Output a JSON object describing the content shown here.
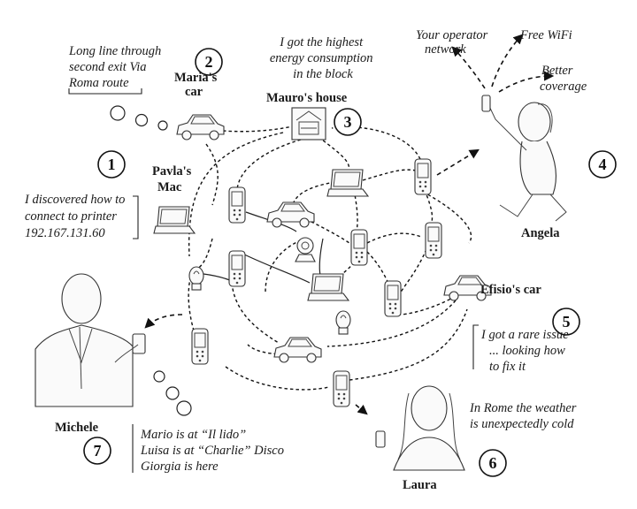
{
  "labels": {
    "n1": "1",
    "n2": "2",
    "n3": "3",
    "n4": "4",
    "n5": "5",
    "n6": "6",
    "n7": "7",
    "maria_car": [
      "Maria's",
      "car"
    ],
    "maria_note": [
      "Long line through",
      "second exit Via",
      "Roma route"
    ],
    "mauro_house": "Mauro's house",
    "mauro_note": [
      "I got the highest",
      "energy consumption",
      "in the block"
    ],
    "pavla_mac": [
      "Pavla's",
      "Mac"
    ],
    "pavla_note": [
      "I discovered how to",
      "connect to printer",
      "192.167.131.60"
    ],
    "angela": "Angela",
    "angela_opts": [
      "Your operator",
      "network",
      "Free WiFi",
      "Better",
      "coverage"
    ],
    "efisio_car": "Efisio's car",
    "efisio_note": [
      "I got a rare issue",
      "... looking how",
      "to fix it"
    ],
    "laura": "Laura",
    "laura_note": [
      "In Rome the weather",
      "is unexpectedly cold"
    ],
    "michele": "Michele",
    "michele_note": [
      "Mario is at “Il lido”",
      "Luisa is at “Charlie” Disco",
      "Giorgia is here"
    ]
  },
  "icons": [
    "car-icon",
    "laptop-icon",
    "smartphone-icon",
    "house-icon",
    "webcam-icon",
    "bulb-icon",
    "person-icon"
  ]
}
